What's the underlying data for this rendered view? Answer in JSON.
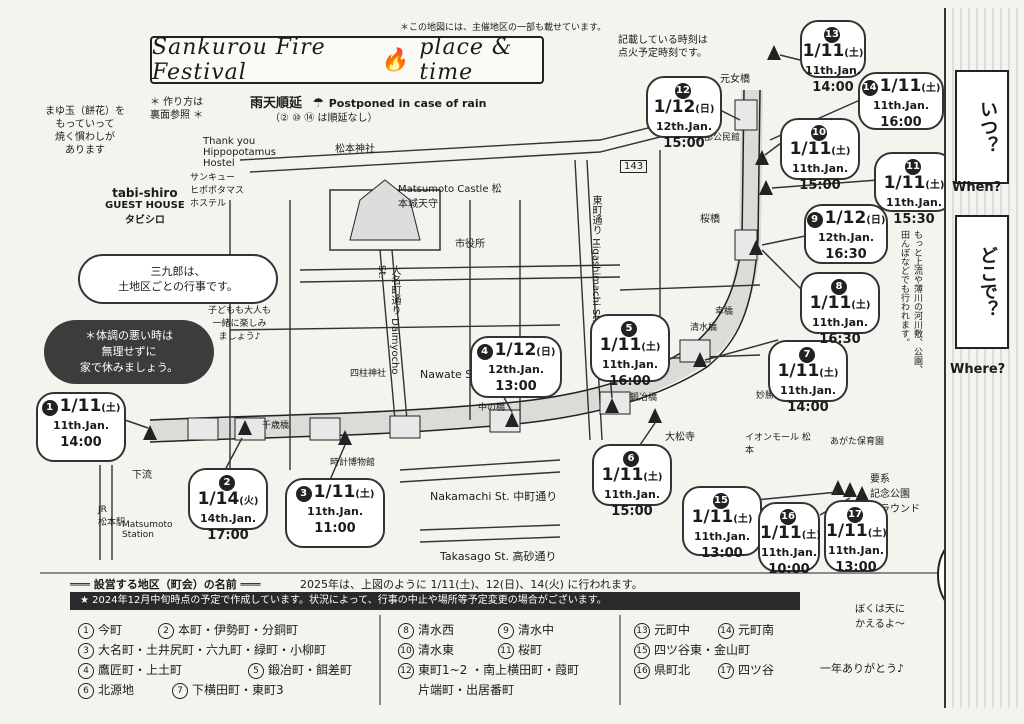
{
  "header": {
    "note_top": "＊この地図には、主催地区の一部も載せています。",
    "title_left": "Sankurou Fire Festival",
    "title_right": "place & time",
    "tradition_note": [
      "まゆ玉（餅花）を",
      "もっていって",
      "焼く慣わしが",
      "あります"
    ],
    "how_to_make": [
      "＊ 作り方は",
      "裏面参照 ＊"
    ],
    "rain_title": "雨天順延",
    "rain_en": "Postponed in case of rain",
    "rain_note": "（② ⑩ ⑭ は順延なし）",
    "time_note": [
      "記載している時刻は",
      "点火予定時刻です。"
    ]
  },
  "map_labels": {
    "matsumoto_shrine": "松本神社",
    "castle": "Matsumoto Castle 松本城天守",
    "city_hall": "市役所",
    "hippo_hostel": [
      "Thank you",
      "Hippopotamus",
      "Hostel"
    ],
    "hippo_hostel_jp": [
      "サンキュー",
      "ヒポポタマス",
      "ホステル"
    ],
    "tabi_shiro": [
      "tabi-shiro",
      "GUEST HOUSE",
      "タビシロ"
    ],
    "sankurou_note": [
      "三九郎は、",
      "土地区ごとの行事です。"
    ],
    "kids_note": [
      "子どもも大人も",
      "一緒に楽しみ",
      "ましょう♪"
    ],
    "health_note": [
      "＊体調の悪い時は",
      "無理せずに",
      "家で休みましょう。"
    ],
    "higashimachi": "東町通り Higashimachi St.",
    "daimyocho": "大名町通り Daimyocho St.",
    "nawate": "Nawate St. なわて通り",
    "nakamachi": "Nakamachi St. 中町通り",
    "takasago": "Takasago St. 高砂通り",
    "sakura_bashi": "桜橋",
    "motome_bashi": "元女橋",
    "higashibu_kominkan": "東部公民館",
    "daishoji": "大松寺",
    "aeon": "イオンモール 松本",
    "agata": "あがた保育園",
    "kaname_park": [
      "要系",
      "記念公園",
      "グラウンド"
    ],
    "jr_station": [
      "JR",
      "松本駅",
      "Matsumoto",
      "Station"
    ],
    "shimoryu": "下流",
    "kamiryu_note": [
      "もっと上流や薄川の河川敷、公園、",
      "田んぼなどでも行われます。"
    ],
    "daruma_note": [
      "ぼくは天に",
      "かえるよ〜"
    ],
    "thanks": "一年ありがとう♪",
    "route_143": "143",
    "yohashira": "四柱神社",
    "clock_museum": "時計博物館",
    "nakanohashi": "中の橋",
    "kaneshi_bashi": "鍛冶橋",
    "chitose_bashi": "千歳橋",
    "myoshoji": "妙勝寺",
    "seisuibashi": "清水橋",
    "kosha": "幸橋"
  },
  "events": [
    {
      "num": "1",
      "date": "1/11",
      "dow": "(土)",
      "en": "11th.Jan.",
      "time": "14:00"
    },
    {
      "num": "2",
      "date": "1/14",
      "dow": "(火)",
      "en": "14th.Jan.",
      "time": "17:00"
    },
    {
      "num": "3",
      "date": "1/11",
      "dow": "(土)",
      "en": "11th.Jan.",
      "time": "11:00"
    },
    {
      "num": "4",
      "date": "1/12",
      "dow": "(日)",
      "en": "12th.Jan.",
      "time": "13:00"
    },
    {
      "num": "5",
      "date": "1/11",
      "dow": "(土)",
      "en": "11th.Jan.",
      "time": "16:00"
    },
    {
      "num": "6",
      "date": "1/11",
      "dow": "(土)",
      "en": "11th.Jan.",
      "time": "15:00"
    },
    {
      "num": "7",
      "date": "1/11",
      "dow": "(土)",
      "en": "11th.Jan.",
      "time": "14:00"
    },
    {
      "num": "8",
      "date": "1/11",
      "dow": "(土)",
      "en": "11th.Jan.",
      "time": "16:30"
    },
    {
      "num": "9",
      "date": "1/12",
      "dow": "(日)",
      "en": "12th.Jan.",
      "time": "16:30"
    },
    {
      "num": "10",
      "date": "1/11",
      "dow": "(土)",
      "en": "11th.Jan.",
      "time": "15:00"
    },
    {
      "num": "11",
      "date": "1/11",
      "dow": "(土)",
      "en": "11th.Jan.",
      "time": "15:30"
    },
    {
      "num": "12",
      "date": "1/12",
      "dow": "(日)",
      "en": "12th.Jan.",
      "time": "15:00"
    },
    {
      "num": "13",
      "date": "1/11",
      "dow": "(土)",
      "en": "11th.Jan.",
      "time": "14:00"
    },
    {
      "num": "14",
      "date": "1/11",
      "dow": "(土)",
      "en": "11th.Jan.",
      "time": "16:00"
    },
    {
      "num": "15",
      "date": "1/11",
      "dow": "(土)",
      "en": "11th.Jan.",
      "time": "13:00"
    },
    {
      "num": "16",
      "date": "1/11",
      "dow": "(土)",
      "en": "11th.Jan.",
      "time": "10:00"
    },
    {
      "num": "17",
      "date": "1/11",
      "dow": "(土)",
      "en": "11th.Jan.",
      "time": "13:00"
    }
  ],
  "side": {
    "q1": "いつ？",
    "q1_en": "When?",
    "q2": "どこで？",
    "q2_en": "Where?"
  },
  "footer": {
    "area_title": "設営する地区（町会）の名前",
    "date_note": "2025年は、上図のように 1/11(土)、12(日)、14(火) に行われます。",
    "schedule_note": "★ 2024年12月中旬時点の予定で作成しています。状況によって、行事の中止や場所等予定変更の場合がございます。",
    "areas": [
      {
        "num": "1",
        "name": "今町"
      },
      {
        "num": "2",
        "name": "本町・伊勢町・分銅町"
      },
      {
        "num": "3",
        "name": "大名町・土井尻町・六九町・緑町・小柳町"
      },
      {
        "num": "4",
        "name": "鷹匠町・上土町"
      },
      {
        "num": "5",
        "name": "鍛冶町・餌差町"
      },
      {
        "num": "6",
        "name": "北源地"
      },
      {
        "num": "7",
        "name": "下横田町・東町3"
      },
      {
        "num": "8",
        "name": "清水西"
      },
      {
        "num": "9",
        "name": "清水中"
      },
      {
        "num": "10",
        "name": "清水東"
      },
      {
        "num": "11",
        "name": "桜町"
      },
      {
        "num": "12",
        "name": "東町1~2 ・南上横田町・葭町"
      },
      {
        "num": "12b",
        "name": "片端町・出居番町"
      },
      {
        "num": "13",
        "name": "元町中"
      },
      {
        "num": "14",
        "name": "元町南"
      },
      {
        "num": "15",
        "name": "四ツ谷東・金山町"
      },
      {
        "num": "16",
        "name": "県町北"
      },
      {
        "num": "17",
        "name": "四ツ谷"
      }
    ]
  }
}
